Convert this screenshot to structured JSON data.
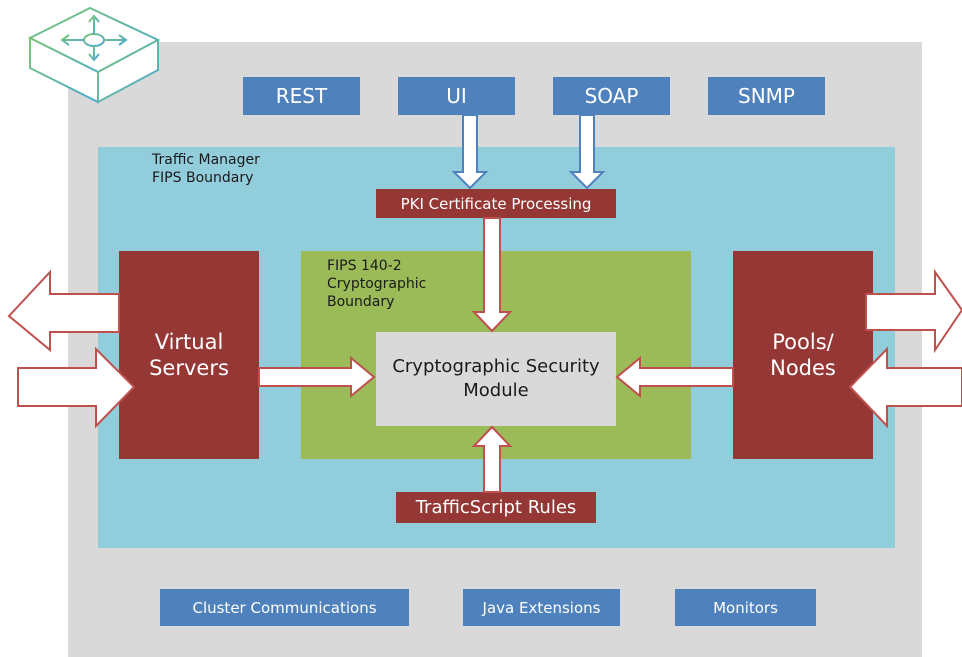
{
  "interfaces": {
    "rest": "REST",
    "ui": "UI",
    "soap": "SOAP",
    "snmp": "SNMP"
  },
  "traffic_manager": {
    "label_line1": "Traffic Manager",
    "label_line2": "FIPS Boundary"
  },
  "pki": "PKI Certificate Processing",
  "fips_boundary": {
    "line1": "FIPS 140-2",
    "line2": "Cryptographic",
    "line3": "Boundary"
  },
  "crypto_module": {
    "line1": "Cryptographic Security",
    "line2": "Module"
  },
  "virtual_servers": {
    "line1": "Virtual",
    "line2": "Servers"
  },
  "pools_nodes": {
    "line1": "Pools/",
    "line2": "Nodes"
  },
  "trafficscript": "TrafficScript Rules",
  "bottom": {
    "cluster": "Cluster Communications",
    "java": "Java Extensions",
    "monitors": "Monitors"
  },
  "colors": {
    "outer": "#d9d9d9",
    "traffic_manager": "#92cddc",
    "fips": "#9bbb59",
    "blue_box": "#4f81bd",
    "red_box": "#953735",
    "logo_green": "#7cc576",
    "logo_blue": "#4aa9d6"
  },
  "icons": {
    "logo": "router-switch-icon"
  }
}
